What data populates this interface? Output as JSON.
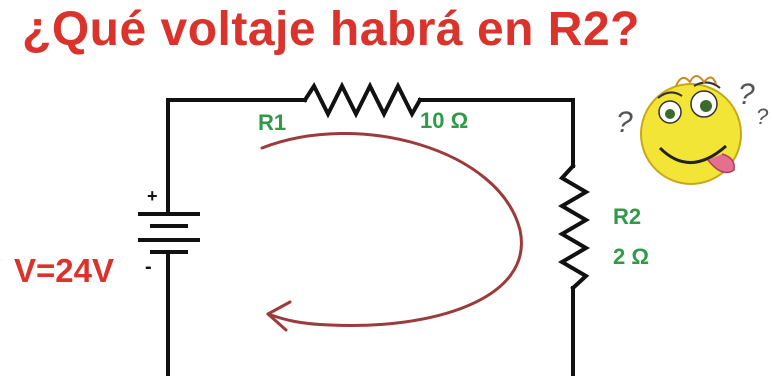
{
  "title": "¿Qué voltaje habrá en R2?",
  "components": {
    "r1": {
      "name": "R1",
      "value": "10 Ω"
    },
    "r2": {
      "name": "R2",
      "value": "2 Ω"
    },
    "source": {
      "label": "V=24V",
      "plus": "+",
      "minus": "-"
    }
  },
  "colors": {
    "title": "#d9332b",
    "labels": "#2f9a4a",
    "wire": "#111111",
    "current_arrow": "#9c3b3b",
    "emoji_face": "#f3e536"
  },
  "icons": {
    "emoji": "confused-face-icon",
    "question_marks": "question-mark-icon"
  }
}
